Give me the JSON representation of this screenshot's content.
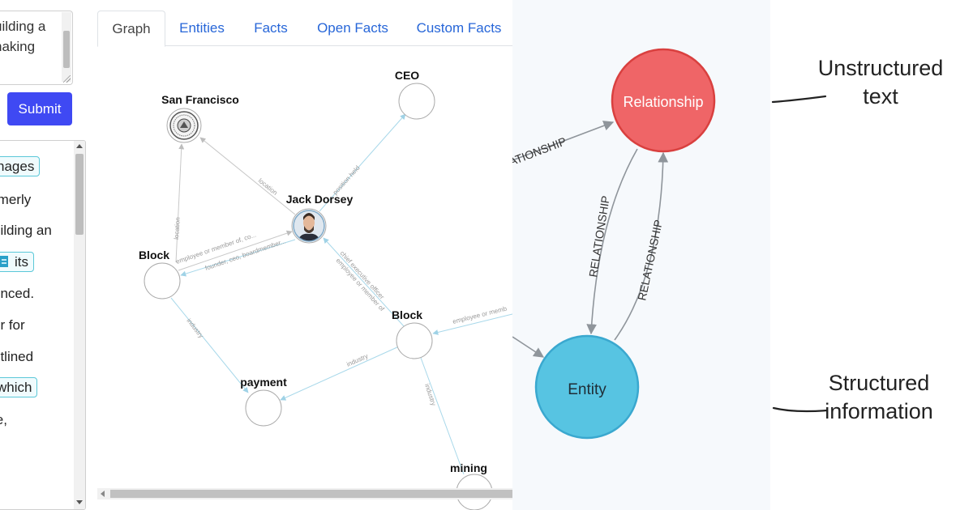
{
  "input_panel": {
    "textarea_text": "uilding a\nnaking",
    "submit_label": "Submit",
    "list_lines": [
      {
        "text": "nages",
        "chip": true,
        "icon": false
      },
      {
        "text": "rmerly",
        "chip": false,
        "icon": false
      },
      {
        "text": "uilding an",
        "chip": false,
        "icon": false
      },
      {
        "text": "its",
        "chip": true,
        "icon": true
      },
      {
        "text": "unced.",
        "chip": false,
        "icon": false
      },
      {
        "text": "er for",
        "chip": false,
        "icon": false
      },
      {
        "text": "utlined",
        "chip": false,
        "icon": false
      },
      {
        "text": "which",
        "chip": true,
        "icon": false
      },
      {
        "text": "le,",
        "chip": false,
        "icon": false
      }
    ]
  },
  "tabs": [
    {
      "label": "Graph",
      "active": true
    },
    {
      "label": "Entities",
      "active": false
    },
    {
      "label": "Facts",
      "active": false
    },
    {
      "label": "Open Facts",
      "active": false
    },
    {
      "label": "Custom Facts",
      "active": false
    }
  ],
  "graph": {
    "nodes": {
      "sf": {
        "label": "San Francisco",
        "icon": "city-seal-icon"
      },
      "ceo": {
        "label": "CEO"
      },
      "jack": {
        "label": "Jack Dorsey",
        "icon": "person-photo-icon"
      },
      "block1": {
        "label": "Block"
      },
      "block2": {
        "label": "Block"
      },
      "payment": {
        "label": "payment"
      },
      "mining": {
        "label": "mining"
      }
    },
    "edge_labels": {
      "jack_sf": "location",
      "jack_ceo": "position held",
      "block1_sf": "location",
      "block1_jack": "employee or member of, co...",
      "jack_block1": "founder, ceo, boardmember...",
      "block2_jack_a": "chief executive officer",
      "block2_jack_b": "employee or member of",
      "block1_payment": "industry",
      "block2_payment": "industry",
      "block2_mining": "industry",
      "ext_block2": "employee or memb"
    }
  },
  "diagram": {
    "relationship_label": "Relationship",
    "entity_label": "Entity",
    "edge_label": "RELATIONSHIP",
    "edge_label_partial": "ATIONSHIP",
    "relationship_color": "#ef6567",
    "entity_color": "#57c4e2"
  },
  "annotations": {
    "unstructured": [
      "Unstructured",
      "text"
    ],
    "structured": [
      "Structured",
      "information"
    ]
  }
}
